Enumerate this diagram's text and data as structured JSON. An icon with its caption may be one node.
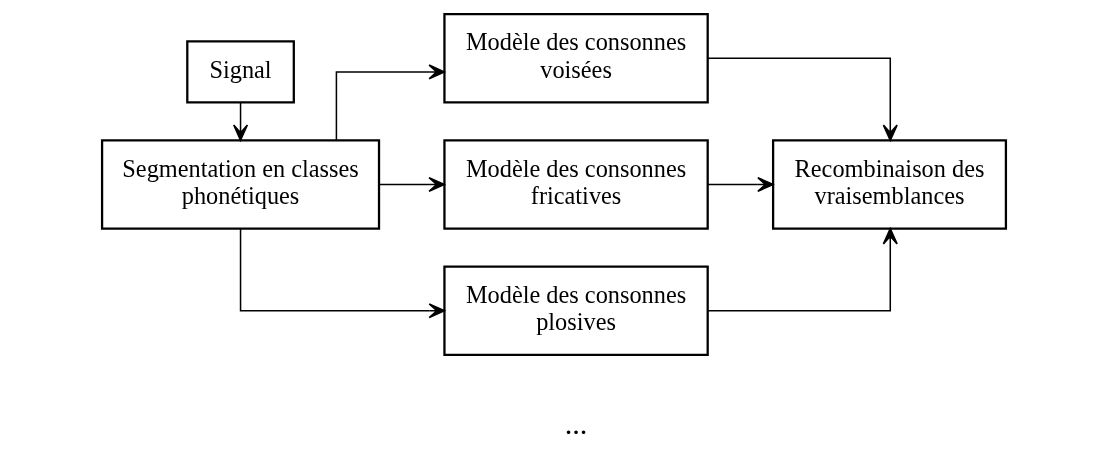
{
  "diagram": {
    "nodes": [
      {
        "text": [
          "Signal"
        ]
      },
      {
        "text": [
          "Segmentation en classes phonétiques"
        ]
      },
      {
        "text": [
          "Modèle des consonnes voisées"
        ]
      },
      {
        "text": [
          "Modèle des consonnes fricatives"
        ]
      },
      {
        "text": [
          "Modèle des consonnes plosives"
        ]
      },
      {
        "text": [
          "Recombinaison des vraisemblances"
        ]
      }
    ],
    "edges": [
      {
        "from": 0,
        "to": 1,
        "arrow": "to"
      },
      {
        "from": 1,
        "to": 2,
        "arrow": "to"
      },
      {
        "from": 1,
        "to": 3,
        "arrow": "to"
      },
      {
        "from": 1,
        "to": 4,
        "arrow": "to"
      },
      {
        "from": 2,
        "to": 5,
        "arrow": "to"
      },
      {
        "from": 3,
        "to": 5,
        "arrow": "to"
      },
      {
        "from": 4,
        "to": 5,
        "arrow": "to"
      }
    ],
    "labels": [
      "..."
    ]
  }
}
